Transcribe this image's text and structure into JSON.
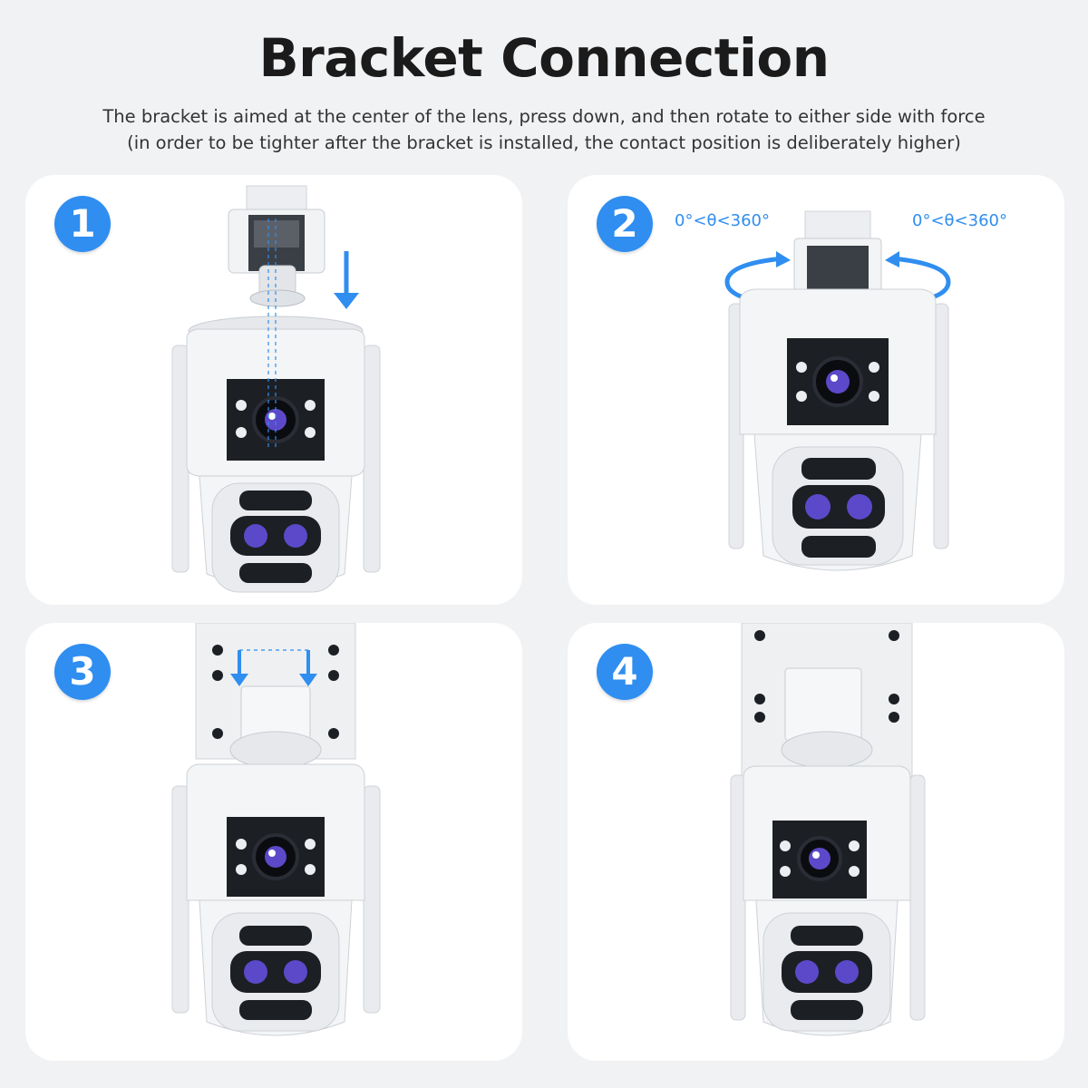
{
  "title": "Bracket Connection",
  "subtitle": {
    "line1": "The bracket is aimed at the center of the lens, press down, and then rotate to either side with force",
    "line2": "(in order to be tighter after the bracket is installed, the contact position is deliberately higher)"
  },
  "steps": [
    {
      "number": "1"
    },
    {
      "number": "2",
      "angle_left": "0°<θ<360°",
      "angle_right": "0°<θ<360°"
    },
    {
      "number": "3"
    },
    {
      "number": "4"
    }
  ],
  "colors": {
    "accent": "#2f8ef0",
    "panel_bg": "#ffffff",
    "page_bg": "#f1f2f4",
    "camera_body": "#f4f5f7",
    "lens_panel": "#1c1f24"
  }
}
